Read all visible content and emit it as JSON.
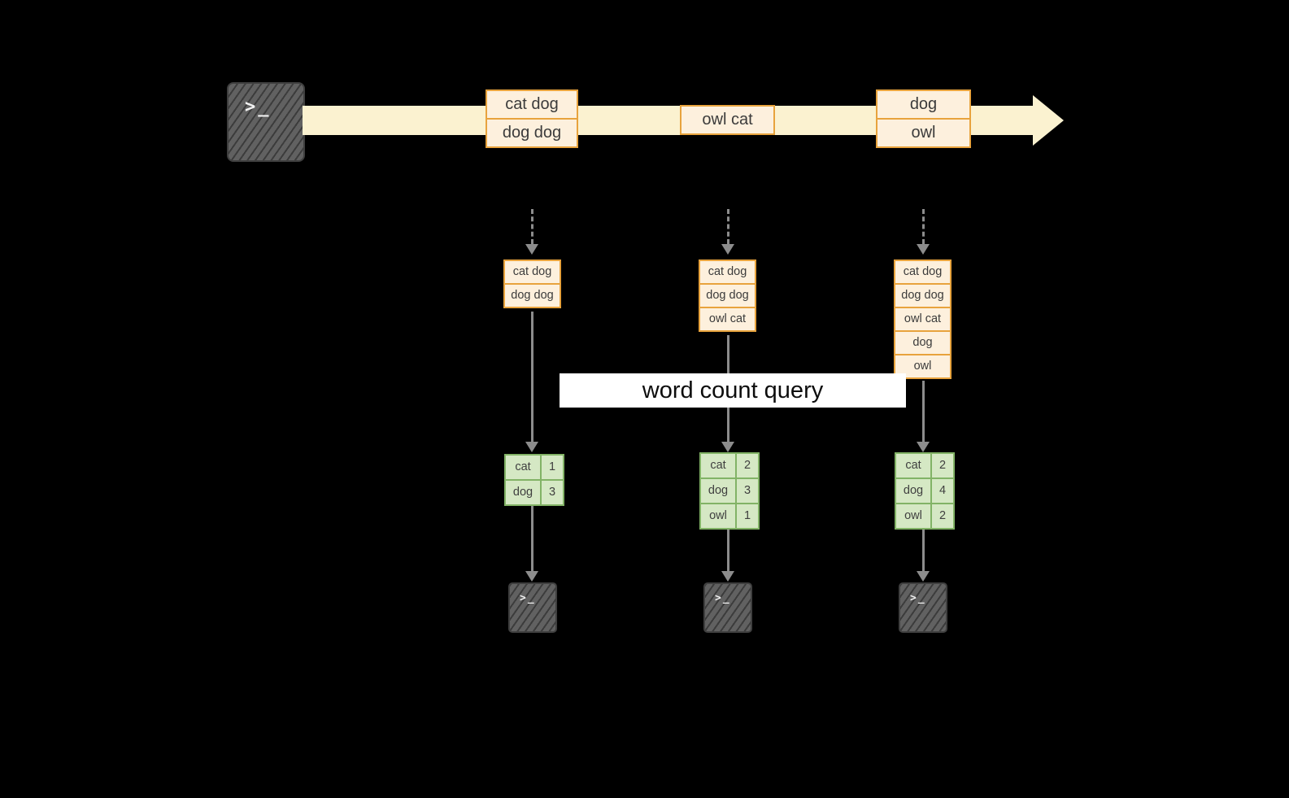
{
  "colors": {
    "background": "#000000",
    "timeline_fill": "#fbf2d0",
    "batch_fill": "#fdf0dd",
    "batch_border": "#e8a33d",
    "table_fill": "#d5e8c4",
    "table_border": "#82b366",
    "arrow_gray": "#8c8c8c",
    "banner_background": "#ffffff",
    "terminal_gray": "#616161"
  },
  "icons": {
    "terminal_glyph": ">_"
  },
  "timeline": {
    "batches": [
      {
        "items": [
          "cat dog",
          "dog dog"
        ]
      },
      {
        "items": [
          "owl cat"
        ]
      },
      {
        "items": [
          "dog",
          "owl"
        ]
      }
    ]
  },
  "stacks": [
    {
      "items": [
        "cat dog",
        "dog dog"
      ]
    },
    {
      "items": [
        "cat dog",
        "dog dog",
        "owl cat"
      ]
    },
    {
      "items": [
        "cat dog",
        "dog dog",
        "owl cat",
        "dog",
        "owl"
      ]
    }
  ],
  "query": {
    "label": "word count query"
  },
  "tables": [
    {
      "rows": [
        {
          "word": "cat",
          "count": "1"
        },
        {
          "word": "dog",
          "count": "3"
        }
      ]
    },
    {
      "rows": [
        {
          "word": "cat",
          "count": "2"
        },
        {
          "word": "dog",
          "count": "3"
        },
        {
          "word": "owl",
          "count": "1"
        }
      ]
    },
    {
      "rows": [
        {
          "word": "cat",
          "count": "2"
        },
        {
          "word": "dog",
          "count": "4"
        },
        {
          "word": "owl",
          "count": "2"
        }
      ]
    }
  ]
}
